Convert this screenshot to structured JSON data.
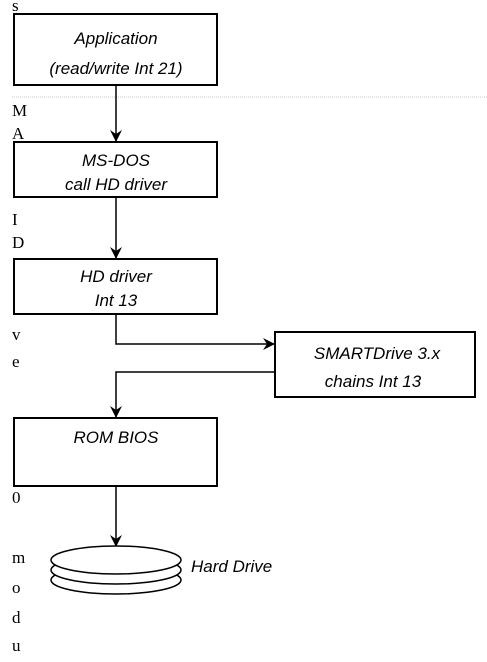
{
  "diagram": {
    "boxes": {
      "application": {
        "line1": "Application",
        "line2": "(read/write Int 21)"
      },
      "msdos": {
        "line1": "MS-DOS",
        "line2": "call HD driver"
      },
      "hd_driver": {
        "line1": "HD driver",
        "line2": "Int 13"
      },
      "smartdrive": {
        "line1": "SMARTDrive 3.x",
        "line2": "chains Int 13"
      },
      "rom_bios": {
        "line1": "ROM BIOS"
      }
    },
    "hard_drive_label": "Hard Drive"
  },
  "side_text": {
    "letters": [
      "s",
      "M",
      "A",
      "I",
      "D",
      "v",
      "e",
      "0",
      "m",
      "o",
      "d",
      "u"
    ]
  }
}
